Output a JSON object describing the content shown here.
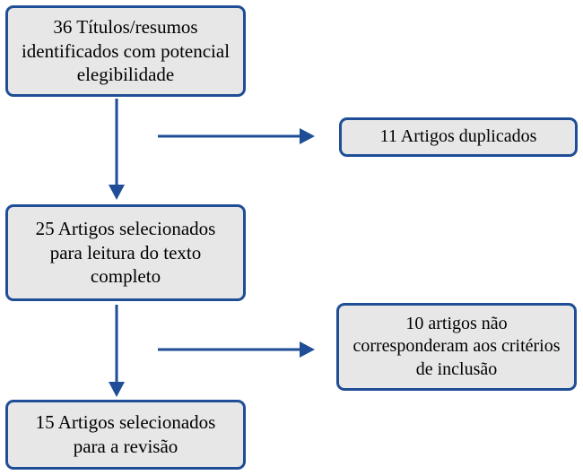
{
  "diagram": {
    "type": "flowchart",
    "language": "pt",
    "boxes": {
      "identified": "36 Títulos/resumos identificados com potencial elegibilidade",
      "duplicates": "11 Artigos duplicados",
      "fulltext": "25 Artigos selecionados para leitura do texto completo",
      "excluded": "10 artigos não corresponderam aos critérios de inclusão",
      "included": "15 Artigos selecionados para a revisão"
    },
    "colors": {
      "box_background": "#e7e7e7",
      "box_border": "#1f4e96",
      "arrow": "#1f4e96",
      "text": "#000000"
    }
  }
}
